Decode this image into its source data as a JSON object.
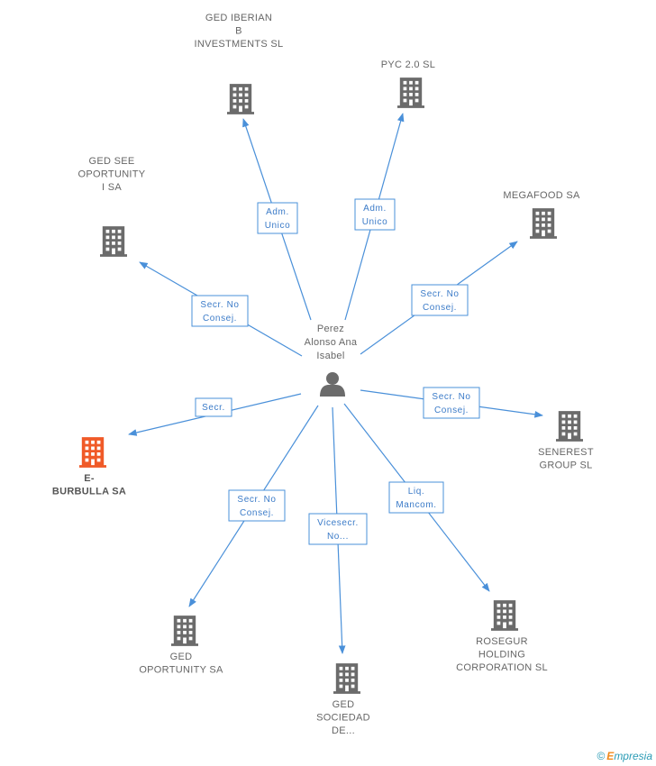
{
  "center": {
    "label_lines": [
      "Perez",
      "Alonso Ana",
      "Isabel"
    ]
  },
  "nodes": [
    {
      "id": "ged-iberian",
      "label_lines": [
        "GED IBERIAN",
        "B",
        "INVESTMENTS SL"
      ],
      "color": "#6b6b6b",
      "highlight": false
    },
    {
      "id": "pyc",
      "label_lines": [
        "PYC 2.0  SL"
      ],
      "color": "#6b6b6b",
      "highlight": false
    },
    {
      "id": "ged-see",
      "label_lines": [
        "GED SEE",
        "OPORTUNITY",
        "I SA"
      ],
      "color": "#6b6b6b",
      "highlight": false
    },
    {
      "id": "megafood",
      "label_lines": [
        "MEGAFOOD SA"
      ],
      "color": "#6b6b6b",
      "highlight": false
    },
    {
      "id": "e-burbulla",
      "label_lines": [
        "E-",
        "BURBULLA SA"
      ],
      "color": "#f05a28",
      "highlight": true
    },
    {
      "id": "senerest",
      "label_lines": [
        "SENEREST",
        "GROUP SL"
      ],
      "color": "#6b6b6b",
      "highlight": false
    },
    {
      "id": "ged-oportunity",
      "label_lines": [
        "GED",
        "OPORTUNITY SA"
      ],
      "color": "#6b6b6b",
      "highlight": false
    },
    {
      "id": "ged-sociedad",
      "label_lines": [
        "GED",
        "SOCIEDAD",
        "DE..."
      ],
      "color": "#6b6b6b",
      "highlight": false
    },
    {
      "id": "rosegur",
      "label_lines": [
        "ROSEGUR",
        "HOLDING",
        "CORPORATION SL"
      ],
      "color": "#6b6b6b",
      "highlight": false
    }
  ],
  "edges": [
    {
      "to": "ged-iberian",
      "label_lines": [
        "Adm.",
        "Unico"
      ]
    },
    {
      "to": "pyc",
      "label_lines": [
        "Adm.",
        "Unico"
      ]
    },
    {
      "to": "ged-see",
      "label_lines": [
        "Secr.  No",
        "Consej."
      ]
    },
    {
      "to": "megafood",
      "label_lines": [
        "Secr.  No",
        "Consej."
      ]
    },
    {
      "to": "e-burbulla",
      "label_lines": [
        "Secr."
      ]
    },
    {
      "to": "senerest",
      "label_lines": [
        "Secr.  No",
        "Consej."
      ]
    },
    {
      "to": "ged-oportunity",
      "label_lines": [
        "Secr.  No",
        "Consej."
      ]
    },
    {
      "to": "ged-sociedad",
      "label_lines": [
        "Vicesecr.",
        "No..."
      ]
    },
    {
      "to": "rosegur",
      "label_lines": [
        "Liq.",
        "Mancom."
      ]
    }
  ],
  "watermark": {
    "copyright": "©",
    "brand_first": "E",
    "brand_rest": "mpresia"
  },
  "colors": {
    "edge": "#4a90d9",
    "edge_text": "#3b7bc8",
    "building": "#6b6b6b",
    "highlight": "#f05a28",
    "person": "#6b6b6b"
  }
}
